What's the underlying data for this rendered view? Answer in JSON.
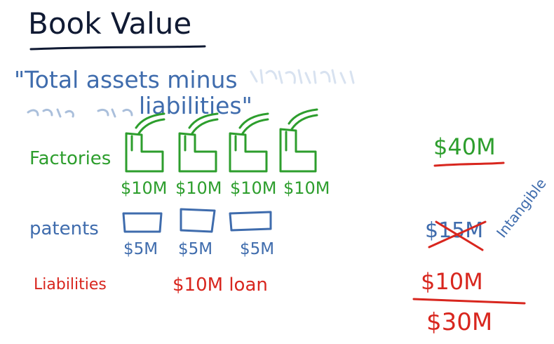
{
  "colors": {
    "ink": "#101a33",
    "blue": "#3f6cad",
    "green": "#2d9e2d",
    "red": "#d8261e"
  },
  "board": {
    "title": "Book Value",
    "definition_line1": "\"Total assets minus",
    "definition_line2": "liabilities\"",
    "factories": {
      "label": "Factories",
      "values": [
        "$10M",
        "$10M",
        "$10M",
        "$10M"
      ],
      "total": "$40M"
    },
    "patents": {
      "label": "patents",
      "values": [
        "$5M",
        "$5M",
        "$5M"
      ],
      "crossed_total": "$15M",
      "intangible_note": "Intangible"
    },
    "liabilities": {
      "label": "Liabilities",
      "value": "$10M loan",
      "total": "$10M"
    },
    "result": "$30M"
  }
}
